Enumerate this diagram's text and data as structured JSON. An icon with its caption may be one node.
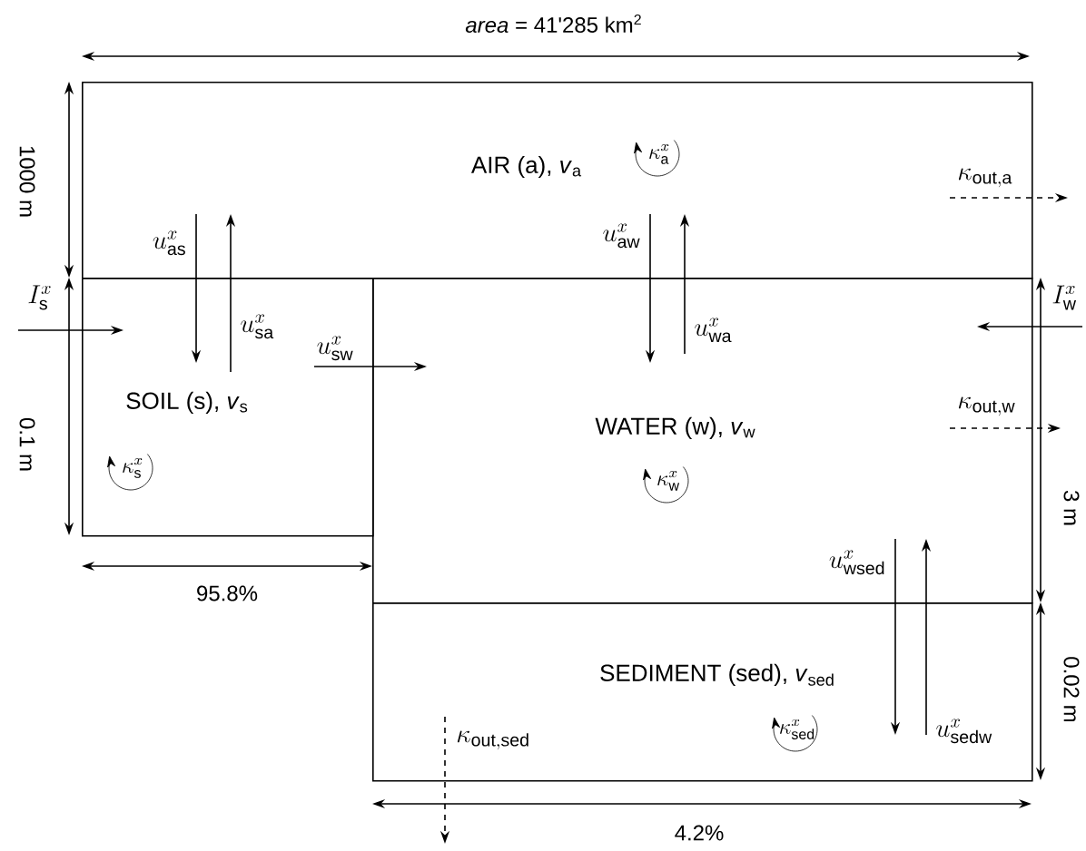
{
  "diagram": {
    "nodes": [
      {
        "text": [
          "AIR (a), *v*$_{a}$"
        ]
      },
      {
        "text": [
          "SOIL (s), *v*$_{s}$"
        ]
      },
      {
        "text": [
          "WATER (w), *v*$_{w}$"
        ]
      },
      {
        "text": [
          "SEDIMENT (sed), *v*$_{sed}$"
        ]
      }
    ],
    "edges": [
      {
        "from": 0,
        "to": 1,
        "arrow": "to",
        "label": "u_{\\mathrm{as}}^{x}"
      },
      {
        "from": 1,
        "to": 0,
        "arrow": "to",
        "label": "u_{\\mathrm{sa}}^{x}"
      },
      {
        "from": 0,
        "to": 2,
        "arrow": "to",
        "label": "u_{\\mathrm{aw}}^{x}"
      },
      {
        "from": 2,
        "to": 0,
        "arrow": "to",
        "label": "u_{\\mathrm{wa}}^{x}"
      },
      {
        "from": 1,
        "to": 2,
        "arrow": "to",
        "label": "u_{\\mathrm{sw}}^{x}"
      },
      {
        "from": 2,
        "to": 3,
        "arrow": "to",
        "label": "u_{\\mathrm{wsed}}^{x}"
      },
      {
        "from": 3,
        "to": 2,
        "arrow": "to",
        "label": "u_{\\mathrm{sedw}}^{x}"
      },
      {
        "from": null,
        "to": 1,
        "arrow": "to",
        "label": "I_{\\mathrm{s}}^{x}"
      },
      {
        "from": null,
        "to": 2,
        "arrow": "to",
        "label": "I_{\\mathrm{w}}^{x}"
      },
      {
        "from": 0,
        "to": null,
        "arrow": "to",
        "label": "\\kappa_{\\mathrm{out,a}}",
        "style": "dashed"
      },
      {
        "from": 2,
        "to": null,
        "arrow": "to",
        "label": "\\kappa_{\\mathrm{out,w}}",
        "style": "dashed"
      },
      {
        "from": 3,
        "to": null,
        "arrow": "to",
        "label": "\\kappa_{\\mathrm{out,sed}}",
        "style": "dashed"
      }
    ],
    "labels": [
      "*area* = 41'285 km$^{2}$",
      "1000 m",
      "0.1 m",
      "95.8%",
      "3 m",
      "0.02 m",
      "4.2%",
      "\\kappa_{\\mathrm{a}}^{x}",
      "\\kappa_{\\mathrm{s}}^{x}",
      "\\kappa_{\\mathrm{w}}^{x}",
      "\\kappa_{\\mathrm{sed}}^{x}"
    ]
  }
}
